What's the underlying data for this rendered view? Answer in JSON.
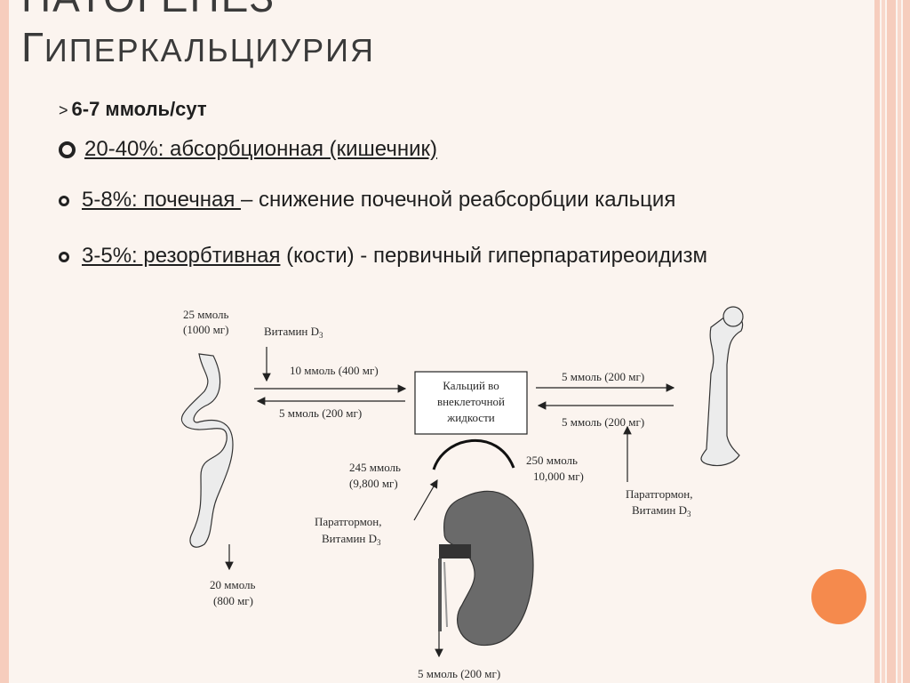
{
  "slide": {
    "top_title_partial": "ПАТОГЕНЕЗ",
    "title_first_letter": "Г",
    "title_rest": "ИПЕРКАЛЬЦИУРИЯ",
    "criterion_prefix": ">",
    "criterion": "6-7 ммоль/сут",
    "bullets": [
      {
        "underlined": "20-40%: абсорбционная (кишечник)",
        "rest": ""
      },
      {
        "underlined": "5-8%: почечная ",
        "rest": "– снижение почечной реабсорбции кальция"
      },
      {
        "underlined": "3-5%: резорбтивная",
        "rest": " (кости) -  первичный гиперпаратиреоидизм"
      }
    ]
  },
  "diagram": {
    "intake_1": "25 ммоль",
    "intake_2": "(1000 мг)",
    "vitamin_d_intestine": "Витамин D",
    "sub3": "3",
    "absorb": "10 ммоль (400 мг)",
    "secrete": "5 ммоль (200 мг)",
    "box_1": "Кальций во",
    "box_2": "внеклеточной",
    "box_3": "жидкости",
    "bone_out": "5 ммоль (200 мг)",
    "bone_in": "5 ммоль (200 мг)",
    "bone_reg_1": "Паратгормон,",
    "bone_reg_2": "Витамин D",
    "filtered_1": "245 ммоль",
    "filtered_2": "(9,800 мг)",
    "reabs_1": "250 ммоль",
    "reabs_2": "10,000 мг)",
    "kidney_reg_1": "Паратгормон,",
    "kidney_reg_2": "Витамин D",
    "feces_1": "20 ммоль",
    "feces_2": "(800 мг)",
    "urine": "5 ммоль (200 мг)"
  },
  "colors": {
    "background": "#fbf4ef",
    "accent_stripe": "#f6cdbd",
    "accent_dot": "#f58a4d",
    "text": "#1f1f1f"
  }
}
